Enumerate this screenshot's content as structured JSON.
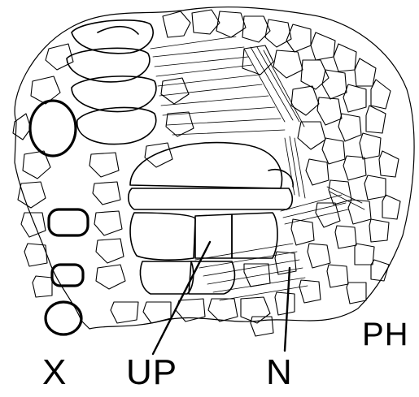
{
  "figure": {
    "labels": {
      "x": "X",
      "up": "UP",
      "n": "N",
      "ph": "PH"
    },
    "stroke_color": "#000000",
    "background_color": "#ffffff"
  }
}
